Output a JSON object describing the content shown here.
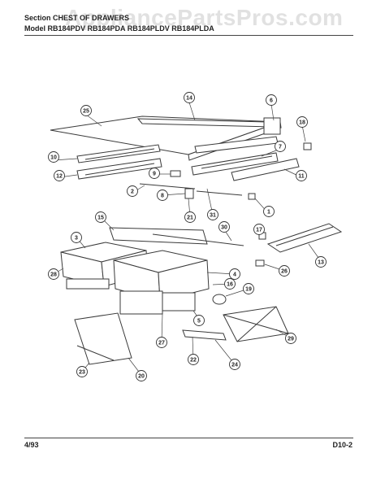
{
  "header": {
    "section_text": "Section  CHEST OF DRAWERS",
    "model_text": "Model  RB184PDV   RB184PDA   RB184PLDV   RB184PLDA"
  },
  "watermark": "AppliancePartsPros.com",
  "footer": {
    "date": "4/93",
    "page": "D10-2"
  },
  "callouts": [
    "14",
    "6",
    "25",
    "18",
    "7",
    "10",
    "12",
    "9",
    "8",
    "11",
    "2",
    "21",
    "31",
    "1",
    "15",
    "30",
    "17",
    "3",
    "28",
    "4",
    "26",
    "16",
    "13",
    "19",
    "5",
    "27",
    "29",
    "22",
    "23",
    "20",
    "24"
  ]
}
